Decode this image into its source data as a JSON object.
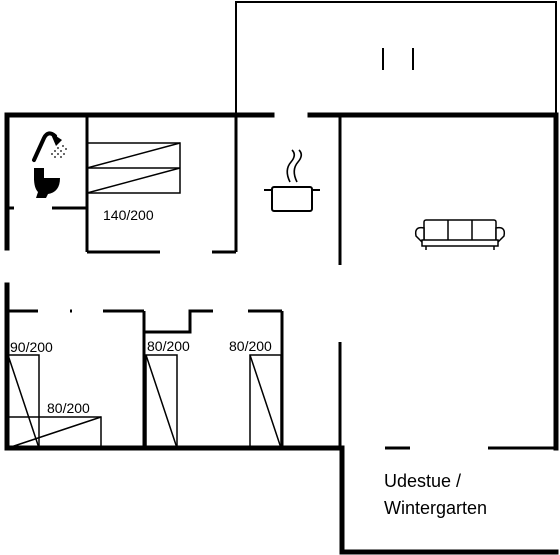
{
  "floorplan": {
    "beds": {
      "double": "140/200",
      "single_a": "90/200",
      "single_b": "80/200",
      "single_c": "80/200",
      "single_d": "80/200"
    },
    "rooms": {
      "winter_garden_line1": "Udestue /",
      "winter_garden_line2": "Wintergarten"
    },
    "icons": [
      "shower-icon",
      "toilet-icon",
      "cooking-pot-icon",
      "sofa-icon"
    ]
  }
}
